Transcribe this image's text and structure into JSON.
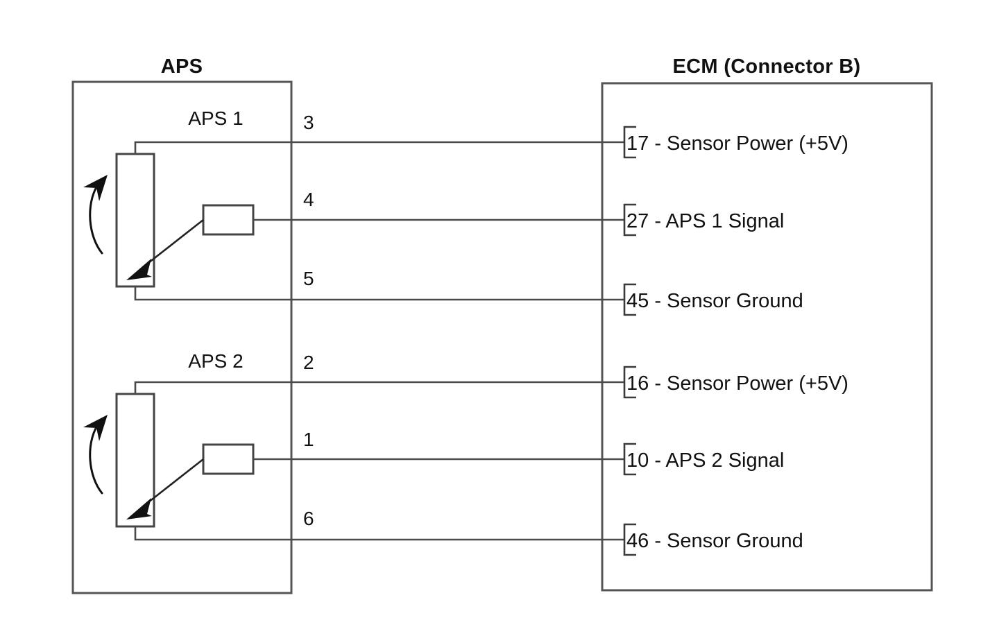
{
  "diagram": {
    "type": "wiring-schematic",
    "background_color": "#ffffff",
    "line_color": "#4a4a4a",
    "text_color": "#111111"
  },
  "left_module": {
    "title": "APS",
    "sections": [
      {
        "label": "APS 1",
        "pins": [
          {
            "number": "3",
            "role": "sensor-power"
          },
          {
            "number": "4",
            "role": "signal"
          },
          {
            "number": "5",
            "role": "sensor-ground"
          }
        ]
      },
      {
        "label": "APS 2",
        "pins": [
          {
            "number": "2",
            "role": "sensor-power"
          },
          {
            "number": "1",
            "role": "signal"
          },
          {
            "number": "6",
            "role": "sensor-ground"
          }
        ]
      }
    ]
  },
  "right_module": {
    "title": "ECM (Connector B)",
    "terminals": [
      {
        "number": "17",
        "name": "17 - Sensor Power (+5V)"
      },
      {
        "number": "27",
        "name": "27 - APS 1 Signal"
      },
      {
        "number": "45",
        "name": "45 - Sensor Ground"
      },
      {
        "number": "16",
        "name": "16 - Sensor Power (+5V)"
      },
      {
        "number": "10",
        "name": "10 - APS 2 Signal"
      },
      {
        "number": "46",
        "name": "46 - Sensor Ground"
      }
    ]
  },
  "connections": [
    {
      "from_pin": "3",
      "to_terminal": "17"
    },
    {
      "from_pin": "4",
      "to_terminal": "27"
    },
    {
      "from_pin": "5",
      "to_terminal": "45"
    },
    {
      "from_pin": "2",
      "to_terminal": "16"
    },
    {
      "from_pin": "1",
      "to_terminal": "10"
    },
    {
      "from_pin": "6",
      "to_terminal": "46"
    }
  ]
}
